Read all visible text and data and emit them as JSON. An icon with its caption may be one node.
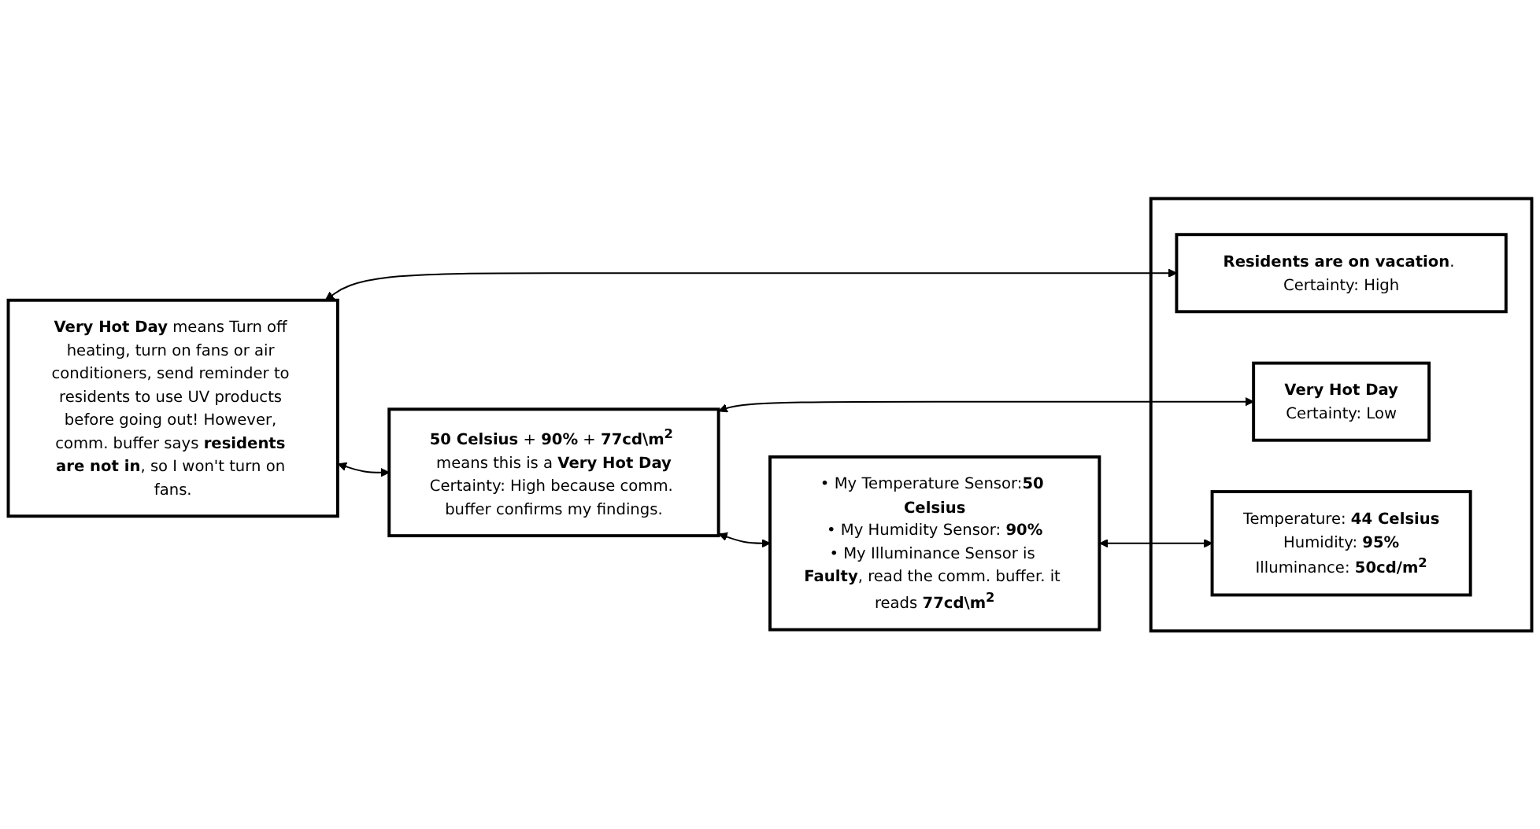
{
  "diagram": {
    "nodes": [
      {
        "text": [
          "**Very Hot Day** means Turn off heating, turn on fans or air conditioners, send reminder to residents to use UV products before going out! However, comm. buffer says **residents are not in**, so I won't turn on fans."
        ]
      },
      {
        "text": [
          "**50 Celsius** + **90%** + **77cd\\m$^{2}$** means this is a **Very Hot Day**",
          "Certainty: High because comm. buffer confirms my findings."
        ]
      },
      {
        "text": [
          "• My Temperature Sensor:**50 Celsius**",
          "• My Humidity Sensor: **90%**",
          "• My Illuminance Sensor is **Faulty**, read the comm. buffer. it reads **77cd\\m$^{2}$**"
        ]
      },
      {
        "text": [],
        "shape": "box"
      },
      {
        "text": [
          "**Residents are on vacation**. Certainty: High"
        ],
        "in": 3
      },
      {
        "text": [
          "**Very Hot Day**",
          "Certainty: Low"
        ],
        "in": 3
      },
      {
        "text": [
          "Temperature: **44 Celsius**",
          "Humidity: **95%**",
          "Illuminance: **50cd/m$^{2}$**"
        ],
        "in": 3
      }
    ],
    "edges": [
      {
        "from": 0,
        "to": 1,
        "arrow": "both"
      },
      {
        "from": 1,
        "to": 2,
        "arrow": "both"
      },
      {
        "from": 0,
        "to": 4,
        "arrow": "both"
      },
      {
        "from": 1,
        "to": 5,
        "arrow": "both"
      },
      {
        "from": 2,
        "to": 6,
        "arrow": "both"
      }
    ]
  }
}
